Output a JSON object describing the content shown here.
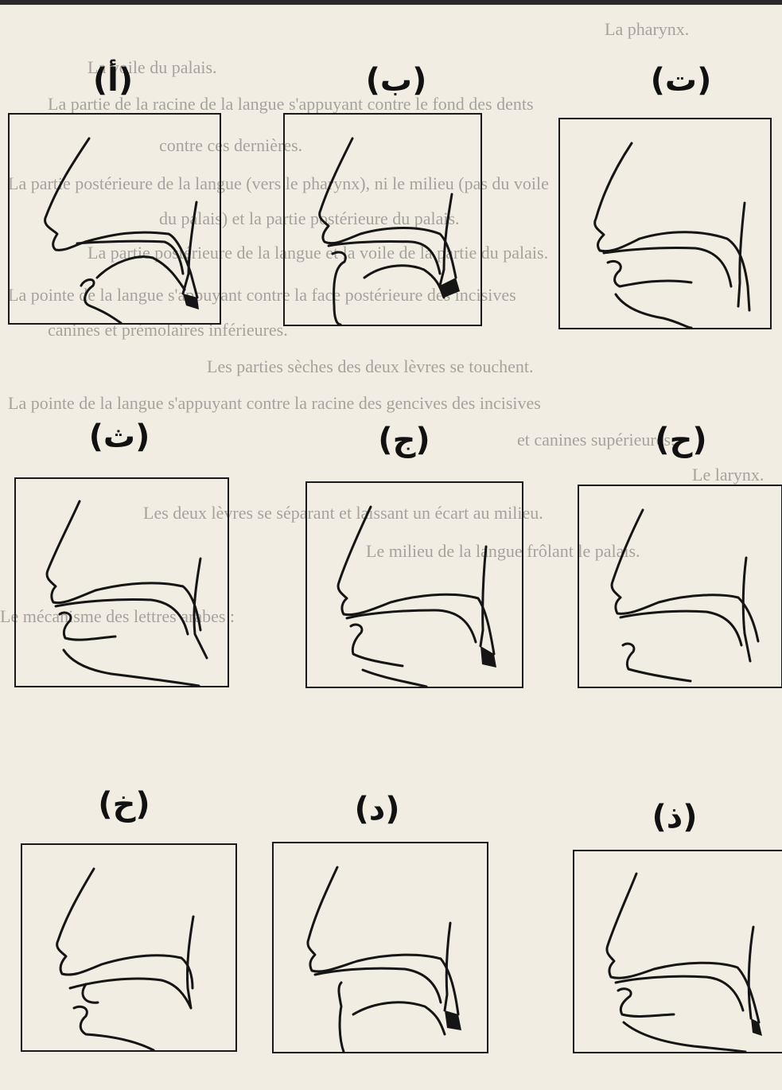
{
  "figure": {
    "panels": [
      {
        "letter": "(أ)"
      },
      {
        "letter": "(ب)"
      },
      {
        "letter": "(ت)"
      },
      {
        "letter": "(ث)"
      },
      {
        "letter": "(ج)"
      },
      {
        "letter": "(ح)"
      },
      {
        "letter": "(خ)"
      },
      {
        "letter": "(د)"
      },
      {
        "letter": "(ذ)"
      }
    ]
  },
  "background_text": {
    "lines": [
      "La pharynx.",
      "La voile du palais.",
      "La partie de la racine de la langue s'appuyant contre le fond des dents",
      "contre ces dernières.",
      "La partie postérieure de la langue (vers le pharynx), ni le milieu (pas du voile",
      "du palais) et la partie postérieure du palais.",
      "La partie postérieure de la langue et la voile de la partie du palais.",
      "La pointe de la langue s'appuyant contre la face postérieure des incisives",
      "canines et prémolaires inférieures.",
      "Les parties sèches des deux lèvres se touchent.",
      "La pointe de la langue s'appuyant contre la racine des gencives des incisives",
      "et canines supérieures.",
      "Le larynx.",
      "Les deux lèvres se séparant et laissant un écart au milieu.",
      "Le milieu de la langue frôlant le palais.",
      "Le mécanisme des lettres arabes :"
    ]
  }
}
